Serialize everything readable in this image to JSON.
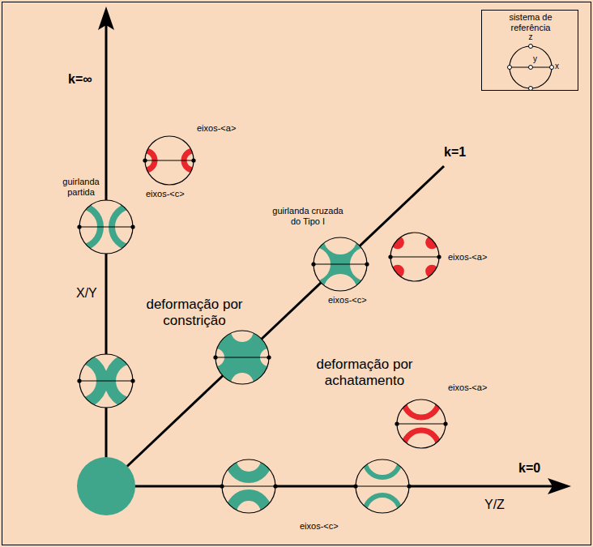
{
  "diagram": {
    "nodes": [
      {
        "text": [
          "sistema de referência",
          "z",
          "y",
          "x"
        ]
      }
    ],
    "labels": [
      "k=∞",
      "guirlanda partida",
      "eixos-<a>",
      "eixos-<c>",
      "X/Y",
      "guirlanda cruzada do Tipo I",
      "k=1",
      "eixos-<a>",
      "eixos-<c>",
      "deformação por constrição",
      "deformação por achatamento",
      "eixos-<a>",
      "k=0",
      "Y/Z",
      "eixos-<c>"
    ]
  }
}
